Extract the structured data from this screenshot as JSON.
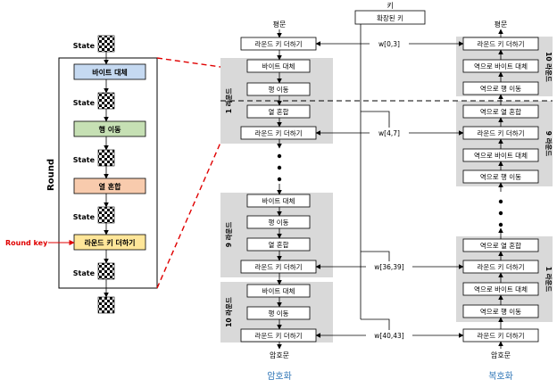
{
  "round_detail": {
    "title": "Round",
    "state_label": "State",
    "steps": [
      {
        "label": "바이트 대체",
        "color": "#c5d9f1"
      },
      {
        "label": "행 이동",
        "color": "#c6e0b4"
      },
      {
        "label": "열 혼합",
        "color": "#f8cbad"
      },
      {
        "label": "라운드 키 더하기",
        "color": "#ffe699"
      }
    ],
    "round_key_label": "Round key",
    "round_key_color": "#e00000"
  },
  "key": {
    "title": "키",
    "expanded_label": "확장된 키"
  },
  "encryption": {
    "top_label": "평문",
    "bottom_label": "암호문",
    "caption": "암호화",
    "blocks": [
      {
        "steps": [
          "라운드 키 더하기"
        ]
      },
      {
        "round": "1 라운드",
        "steps": [
          "바이트 대체",
          "행 이동",
          "열 혼합",
          "라운드 키 더하기"
        ]
      },
      {
        "round": "9 라운드",
        "steps": [
          "바이트 대체",
          "행 이동",
          "열 혼합",
          "라운드 키 더하기"
        ]
      },
      {
        "round": "10 라운드",
        "steps": [
          "바이트 대체",
          "행 이동",
          "라운드 키 더하기"
        ]
      }
    ]
  },
  "decryption": {
    "top_label": "평문",
    "bottom_label": "암호문",
    "caption": "복호화",
    "blocks": [
      {
        "round": "10 라운드",
        "steps": [
          "라운드 키 더하기",
          "역으로 바이트 대체",
          "역으로 행 이동"
        ]
      },
      {
        "round": "9 라운드",
        "steps": [
          "역으로 열 혼합",
          "라운드 키 더하기",
          "역으로 바이트 대체",
          "역으로 행 이동"
        ]
      },
      {
        "round": "1 라운드",
        "steps": [
          "역으로 열 혼합",
          "라운드 키 더하기",
          "역으로 바이트 대체",
          "역으로 행 이동"
        ]
      },
      {
        "steps": [
          "라운드 키 더하기"
        ]
      }
    ]
  },
  "key_words": [
    "w[0,3]",
    "w[4,7]",
    "w[36,39]",
    "w[40,43]"
  ],
  "colors": {
    "caption": "#2e75b6",
    "gray_block": "#d9d9d9",
    "zoom_line": "#e00000"
  }
}
